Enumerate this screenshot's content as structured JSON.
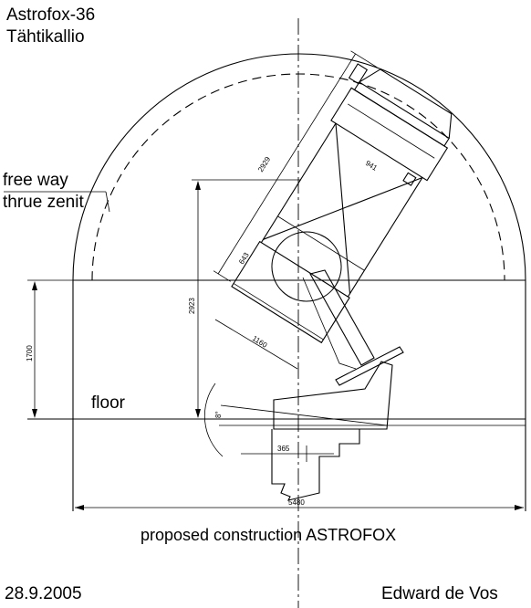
{
  "title": {
    "line1": "Astrofox-36",
    "line2": "Tähtikallio"
  },
  "labels": {
    "free_way_line1": "free way",
    "free_way_line2": "thrue zenit",
    "floor": "floor",
    "caption": "proposed construction ASTROFOX",
    "date": "28.9.2005",
    "author": "Edward de Vos"
  },
  "dimensions": {
    "tube_length": "2929",
    "top_ring": "941",
    "height_total": "2923",
    "wall_height": "1700",
    "mirror_box": "643",
    "tube_base": "1160",
    "angle": "8°",
    "base_width": "365",
    "floor_width": "5480"
  }
}
